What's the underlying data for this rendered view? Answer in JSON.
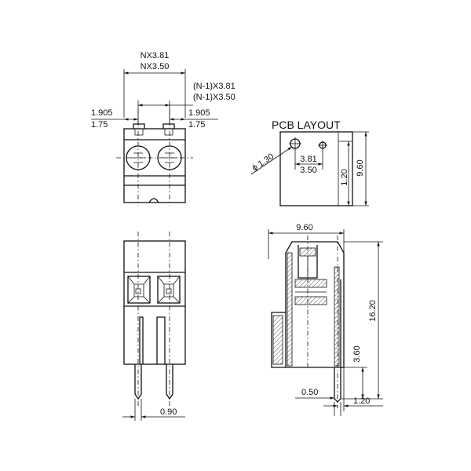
{
  "drawing": {
    "top_view": {
      "overall_width": [
        "NX3.81",
        "NX3.50"
      ],
      "pitch": [
        "(N-1)X3.81",
        "(N-1)X3.50"
      ],
      "left_offset": [
        "1.905",
        "1.75"
      ],
      "right_offset": [
        "1.905",
        "1.75"
      ]
    },
    "pcb_layout": {
      "title": "PCB LAYOUT",
      "hole_dia": "ϕ 1.30",
      "pitch": [
        "3.81",
        "3.50"
      ],
      "height_small": "1.20",
      "height_total": "9.60"
    },
    "front_view": {
      "pin_width": "0.90"
    },
    "side_view": {
      "width": "9.60",
      "height": "16.20",
      "pin_length": "3.60",
      "pin_thickness": "0.50",
      "pin_offset": "1.20"
    }
  }
}
